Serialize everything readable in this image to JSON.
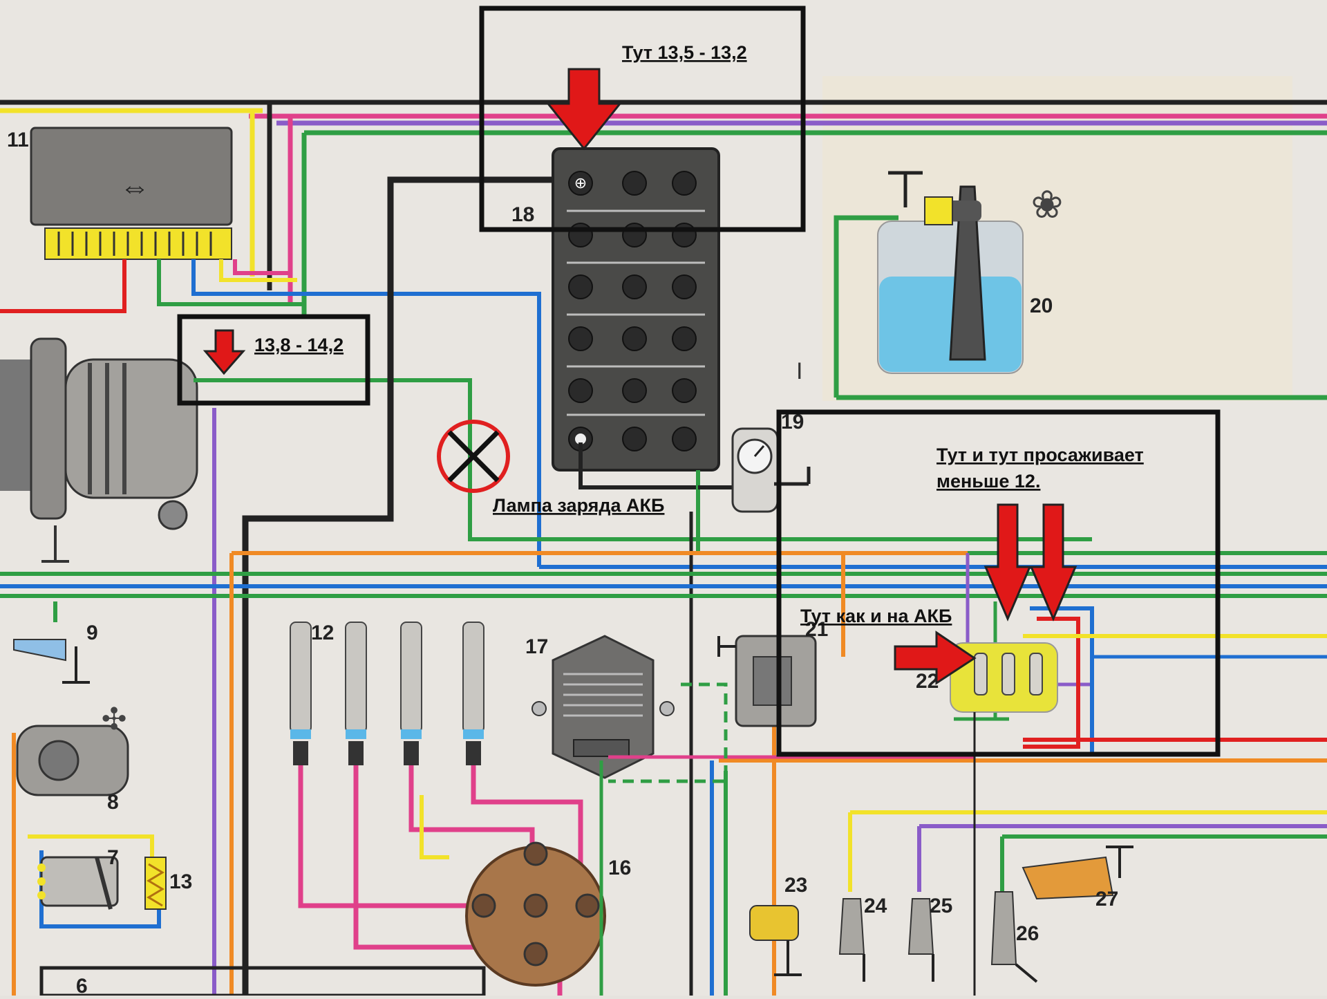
{
  "colors": {
    "black": "#222222",
    "green": "#2f9e44",
    "blue": "#1f6fd1",
    "pink": "#e0408a",
    "yellow": "#f2e22a",
    "orange": "#f08a24",
    "red": "#e02020",
    "purple": "#8a5cc8",
    "arrow": "#e01818"
  },
  "callouts": {
    "battery": "Тут 13,5 - 13,2",
    "generator": "13,8 - 14,2",
    "lamp": "Лампа заряда АКБ",
    "sag_line1": "Тут и тут просаживает",
    "sag_line2": "меньше 12.",
    "same_as_battery": "Тут как и на АКБ"
  },
  "component_numbers": {
    "n11": "11",
    "n18": "18",
    "n20": "20",
    "n19": "19",
    "n9": "9",
    "n8": "8",
    "n7": "7",
    "n13": "13",
    "n12": "12",
    "n17": "17",
    "n21": "21",
    "n22": "22",
    "n16": "16",
    "n23": "23",
    "n24": "24",
    "n25": "25",
    "n26": "26",
    "n27": "27",
    "n6": "6"
  }
}
